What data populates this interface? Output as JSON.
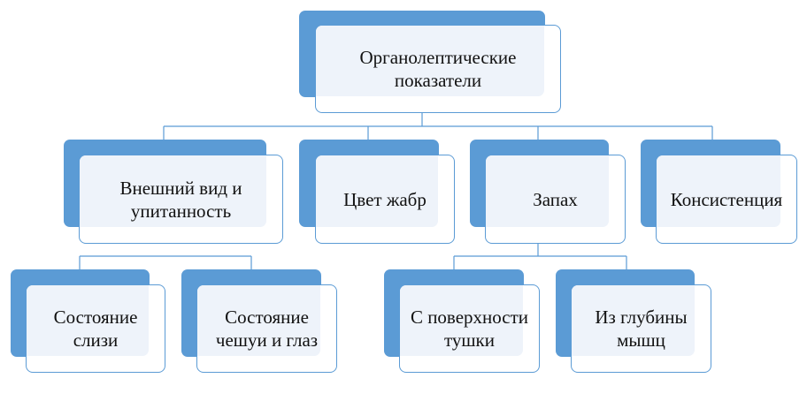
{
  "colors": {
    "accent": "#5b9bd5",
    "fill": "#eef3fa",
    "text": "#111111"
  },
  "root": {
    "label": "Органолептические показатели"
  },
  "level1": [
    {
      "label": "Внешний вид и упитанность"
    },
    {
      "label": "Цвет жабр"
    },
    {
      "label": "Запах"
    },
    {
      "label": "Консистенция"
    }
  ],
  "level2": [
    {
      "label": "Состояние слизи"
    },
    {
      "label": "Состояние чешуи и глаз"
    },
    {
      "label": "С поверхности тушки"
    },
    {
      "label": "Из глубины мышц"
    }
  ]
}
